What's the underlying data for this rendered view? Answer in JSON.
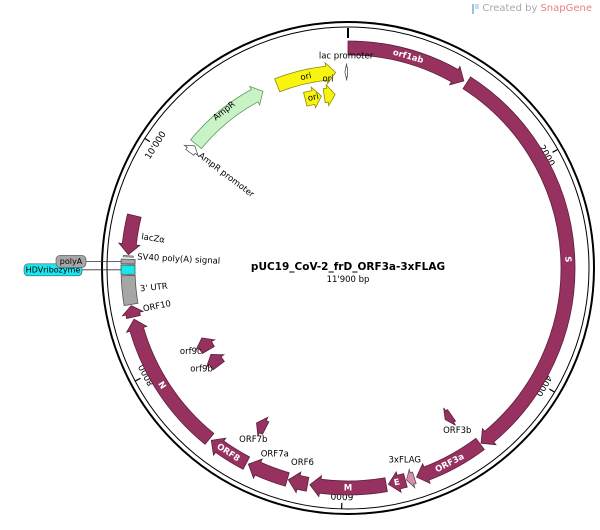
{
  "watermark": {
    "prefix": "Created by",
    "brand": "SnapGene"
  },
  "plasmid": {
    "name": "pUC19_CoV-2_frD_ORF3a-3xFLAG",
    "size_label": "11'900 bp",
    "length": 11900
  },
  "colors": {
    "orf": "#963160",
    "ori": "#f9f40f",
    "promoter": "#c9f2c7",
    "signal": "#ffffff",
    "utr": "#a6a6a6",
    "hdv": "#19e6ed",
    "polyA": "#a6a6a6",
    "tag": "#d98bb0"
  },
  "ticks": [
    {
      "label": "2000",
      "bp": 2000
    },
    {
      "label": "4000",
      "bp": 4000
    },
    {
      "label": "6000",
      "bp": 6000
    },
    {
      "label": "8000",
      "bp": 8000
    },
    {
      "label": "10'000",
      "bp": 10000
    }
  ],
  "features": [
    {
      "id": "orf1ab",
      "label": "orf1ab",
      "start": 0,
      "end": 1050,
      "dir": 1,
      "track": "outer",
      "kind": "orf",
      "label_mode": "inside"
    },
    {
      "id": "s",
      "label": "S",
      "start": 1080,
      "end": 4720,
      "dir": 1,
      "track": "outer",
      "kind": "orf",
      "label_mode": "inside"
    },
    {
      "id": "orf3a",
      "label": "ORF3a",
      "start": 4730,
      "end": 5350,
      "dir": 1,
      "track": "outer",
      "kind": "orf",
      "label_mode": "inside"
    },
    {
      "id": "3xflag",
      "label": "3xFLAG",
      "start": 5370,
      "end": 5440,
      "dir": 1,
      "track": "outer",
      "kind": "tag",
      "label_mode": "outside"
    },
    {
      "id": "e",
      "label": "E",
      "start": 5450,
      "end": 5600,
      "dir": 1,
      "track": "outer",
      "kind": "orf",
      "label_mode": "inside"
    },
    {
      "id": "m",
      "label": "M",
      "start": 5620,
      "end": 6280,
      "dir": 1,
      "track": "outer",
      "kind": "orf",
      "label_mode": "inside"
    },
    {
      "id": "orf6",
      "label": "ORF6",
      "start": 6300,
      "end": 6470,
      "dir": 1,
      "track": "outer",
      "kind": "orf",
      "label_mode": "outside"
    },
    {
      "id": "orf7a",
      "label": "ORF7a",
      "start": 6480,
      "end": 6840,
      "dir": 1,
      "track": "outer",
      "kind": "orf",
      "label_mode": "outside"
    },
    {
      "id": "orf8",
      "label": "ORF8",
      "start": 6860,
      "end": 7220,
      "dir": 1,
      "track": "outer",
      "kind": "orf",
      "label_mode": "inside"
    },
    {
      "id": "n",
      "label": "N",
      "start": 7240,
      "end": 8480,
      "dir": 1,
      "track": "outer",
      "kind": "orf",
      "label_mode": "inside"
    },
    {
      "id": "orf10",
      "label": "ORF10",
      "start": 8500,
      "end": 8600,
      "dir": 1,
      "track": "outer",
      "kind": "orf",
      "label_mode": "inside_radial"
    },
    {
      "id": "utr3",
      "label": "3' UTR",
      "start": 8610,
      "end": 8860,
      "dir": 0,
      "track": "outer",
      "kind": "utr",
      "label_mode": "inside_radial"
    },
    {
      "id": "hdv",
      "label": "HDVribozyme",
      "start": 8870,
      "end": 8950,
      "dir": 0,
      "track": "outer",
      "kind": "hdv",
      "label_mode": "callout"
    },
    {
      "id": "polya",
      "label": "polyA",
      "start": 8960,
      "end": 9000,
      "dir": 0,
      "track": "outer",
      "kind": "polyA",
      "label_mode": "callout"
    },
    {
      "id": "sv40",
      "label": "SV40 poly(A) signal",
      "start": 9020,
      "end": 9030,
      "dir": 0,
      "track": "outer",
      "kind": "signal",
      "label_mode": "inside_radial"
    },
    {
      "id": "lacza",
      "label": "lacZα",
      "start": 9040,
      "end": 9380,
      "dir": -1,
      "track": "outer",
      "kind": "orf",
      "label_mode": "inside_radial"
    },
    {
      "id": "orf7b",
      "label": "ORF7b",
      "start": 6850,
      "end": 6960,
      "dir": 1,
      "track": "inner",
      "kind": "orf",
      "label_mode": "outside"
    },
    {
      "id": "orf3b",
      "label": "ORF3b",
      "start": 4790,
      "end": 4870,
      "dir": 1,
      "track": "inner",
      "kind": "orf",
      "label_mode": "outside"
    },
    {
      "id": "orf9b",
      "label": "orf9b",
      "start": 7700,
      "end": 7860,
      "dir": 1,
      "track": "inner2",
      "kind": "orf",
      "label_mode": "outside"
    },
    {
      "id": "orf9c",
      "label": "orf9c",
      "start": 7920,
      "end": 8080,
      "dir": 1,
      "track": "inner2",
      "kind": "orf",
      "label_mode": "outside"
    },
    {
      "id": "ampr-promoter",
      "label": "AmpR promoter",
      "start": 10120,
      "end": 10200,
      "dir": 1,
      "track": "ring2",
      "kind": "signal",
      "label_mode": "inside_radial"
    },
    {
      "id": "ampr",
      "label": "AmpR",
      "start": 10220,
      "end": 11050,
      "dir": 1,
      "track": "ring2",
      "kind": "promoter",
      "label_mode": "outside_curved"
    },
    {
      "id": "ori-1",
      "label": "ori",
      "start": 11200,
      "end": 11780,
      "dir": 1,
      "track": "ring2",
      "kind": "ori",
      "label_mode": "inside"
    },
    {
      "id": "ori-2",
      "label": "ori",
      "start": 11430,
      "end": 11610,
      "dir": 1,
      "track": "ring3",
      "kind": "ori",
      "label_mode": "inside"
    },
    {
      "id": "ori-3",
      "label": "ori",
      "start": 11640,
      "end": 11760,
      "dir": 1,
      "track": "ring3",
      "kind": "ori",
      "label_mode": "outside"
    },
    {
      "id": "lac-promoter",
      "label": "lac promoter",
      "start": 11870,
      "end": 11895,
      "dir": -1,
      "track": "ring2",
      "kind": "signal",
      "label_mode": "outside"
    }
  ]
}
